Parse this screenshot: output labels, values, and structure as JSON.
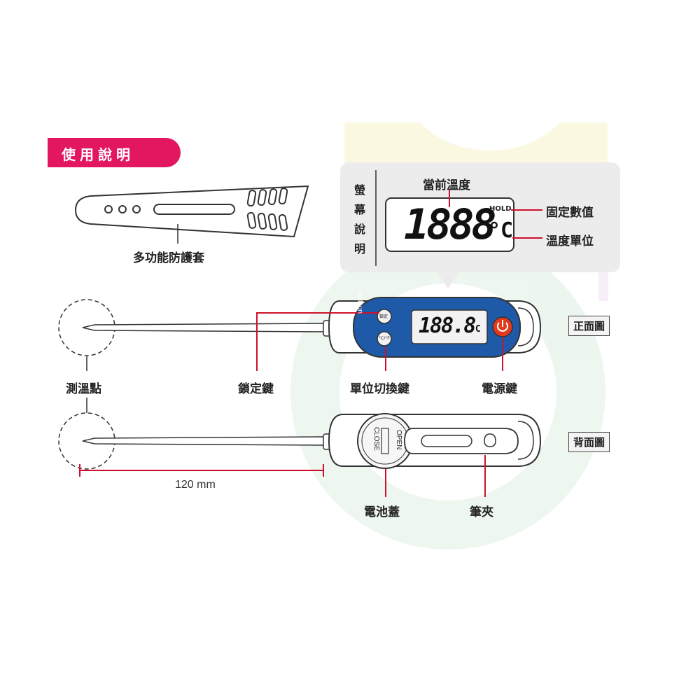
{
  "title": "使用說明",
  "screen_panel": {
    "side_label": [
      "螢",
      "幕",
      "說",
      "明"
    ],
    "current_temp_label": "當前溫度",
    "display_digits": "1888",
    "hold_text": "HOLD",
    "unit_symbol": "°C",
    "fixed_value_label": "固定數值",
    "temp_unit_label": "溫度單位"
  },
  "sheath_label": "多功能防護套",
  "front_view_label": "正面圖",
  "back_view_label": "背面圖",
  "front_labels": {
    "probe_point": "測溫點",
    "lock_key": "鎖定鍵",
    "unit_switch_key": "單位切換鍵",
    "power_key": "電源鍵"
  },
  "front_device": {
    "brand": "unopan",
    "display": "188.8",
    "unit": "°C",
    "lock_button_text": "鎖定",
    "unit_button_text": "°C/°F"
  },
  "back_device": {
    "open_text": "OPEN",
    "close_text": "CLOSE"
  },
  "back_labels": {
    "battery_cover": "電池蓋",
    "pen_clip": "筆夾"
  },
  "dimension": "120 mm",
  "colors": {
    "accent_pink": "#e3175f",
    "leader_red": "#d0112b",
    "device_blue": "#1e5aa8",
    "power_red": "#e23a1f",
    "panel_gray": "#ececec"
  }
}
